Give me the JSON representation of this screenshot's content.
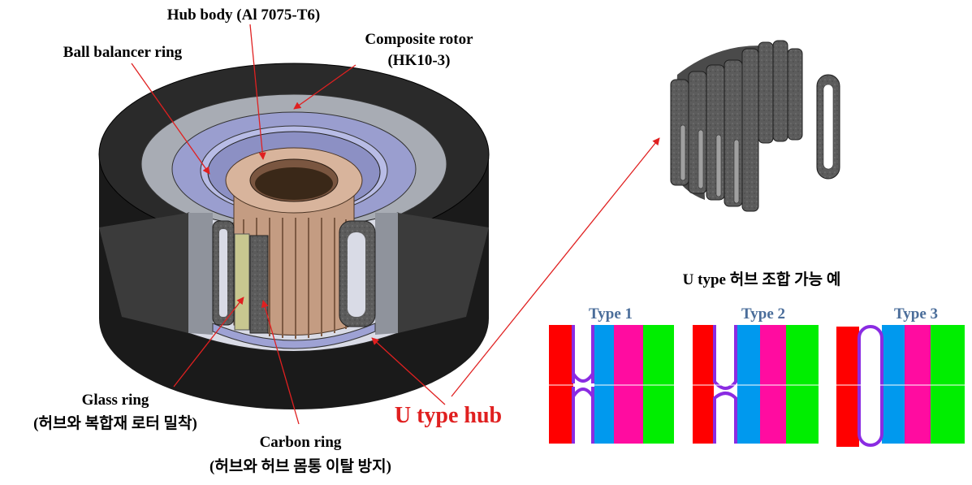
{
  "labels": {
    "hub_body": "Hub body (Al 7075-T6)",
    "composite_rotor": "Composite rotor",
    "composite_rotor_spec": "(HK10-3)",
    "ball_balancer": "Ball balancer ring",
    "glass_ring": "Glass ring",
    "glass_ring_note": "(허브와 복합재 로터 밀착)",
    "carbon_ring": "Carbon ring",
    "carbon_ring_note": "(허브와 허브 몸통 이탈 방지)",
    "u_type_hub": "U type hub"
  },
  "combo": {
    "title": "U type 허브 조합 가능 예",
    "types": [
      "Type 1",
      "Type 2",
      "Type 3"
    ]
  },
  "colors": {
    "rotor_dark": "#1a1a1a",
    "rotor_grey": "#a0a4ac",
    "rotor_blue": "#9a9ecf",
    "hub_brown": "#c9a58c",
    "segment": "#555555",
    "glass": "#c8c790",
    "arrow_red": "#e02020",
    "type_title": "#4a6d9a",
    "red": "#ff0000",
    "blue": "#0099ee",
    "magenta": "#ff0ca0",
    "green": "#00ee00",
    "purple": "#8a2be2"
  }
}
